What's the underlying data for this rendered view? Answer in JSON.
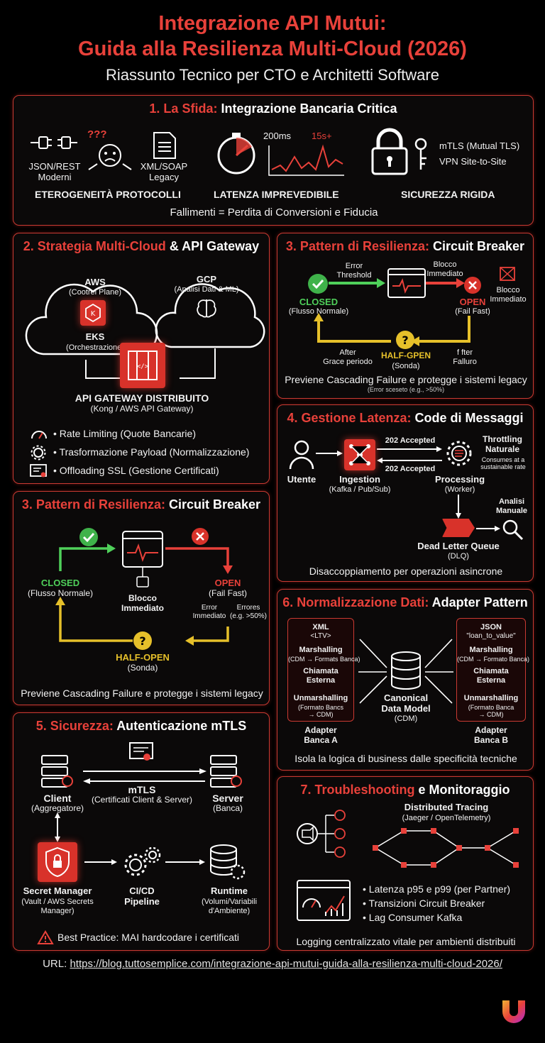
{
  "header": {
    "title_line1": "Integrazione API Mutui:",
    "title_line2": "Guida alla Resilienza Multi-Cloud (2026)",
    "subtitle": "Riassunto Tecnico per CTO e Architetti Software"
  },
  "s1": {
    "title_red": "1. La Sfida:",
    "title_white": "Integrazione Bancaria Critica",
    "json": "JSON/REST",
    "json_sub": "Moderni",
    "xml": "XML/SOAP",
    "xml_sub": "Legacy",
    "qmarks": "???",
    "label1": "ETEROGENEITÀ PROTOCOLLI",
    "ms": "200ms",
    "s15": "15s+",
    "label2": "LATENZA IMPREVEDIBILE",
    "mtls": "mTLS (Mutual TLS)",
    "vpn": "VPN Site-to-Site",
    "label3": "SICUREZZA RIGIDA",
    "footer": "Fallimenti = Perdita di Conversioni e Fiducia"
  },
  "s2": {
    "title_red": "2. Strategia Multi-Cloud",
    "title_white": "& API Gateway",
    "aws": "AWS",
    "aws_sub": "(Cootrel Plane)",
    "eks": "EKS",
    "eks_sub": "(Orchestrazione)",
    "gcp": "GCP",
    "gcp_sub": "(Analisi Dati & ML)",
    "gw": "API GATEWAY DISTRIBUITO",
    "gw_sub": "(Kong / AWS API Gateway)",
    "items": [
      "• Rate Limiting (Quote Bancarie)",
      "• Trasformazione Payload (Normalizzazione)",
      "• Offloading SSL (Gestione Certificati)"
    ]
  },
  "s3a": {
    "title_red": "3. Pattern di Resilienza:",
    "title_white": "Circuit Breaker",
    "err_thr": "Error\nThreshold",
    "blocco_imm": "Blocco\nImmediato",
    "blocco_imm2": "Blocco\nImmediato",
    "closed": "CLOSED",
    "closed_sub": "(Flusso Normale)",
    "open": "OPEN",
    "open_sub": "(Fail Fast)",
    "after": "After\nGrace periodo",
    "half": "HALF-GPEN",
    "half_sub": "(Sonda)",
    "fafter": "f fter\nFalluro",
    "footer": "Previene Cascading Failure e protegge i sistemi legacy",
    "footer_sub": "(Error sceseto (e.g., >50%)"
  },
  "s3b": {
    "title_red": "3. Pattern di Resilienza:",
    "title_white": "Circuit Breaker",
    "closed": "CLOSED",
    "closed_sub": "(Flusso Normale)",
    "blocco": "Blocco\nImmediato",
    "open": "OPEN",
    "open_sub": "(Fail Fast)",
    "err_imm": "Error\nImmediato",
    "errores": "Errores\n(e.g. >50%)",
    "half": "HALF-OPEN",
    "half_sub": "(Sonda)",
    "footer": "Previene Cascading Failure e protegge i sistemi legacy"
  },
  "s4": {
    "title_red": "4. Gestione Latenza:",
    "title_white": "Code di Messaggi",
    "utente": "Utente",
    "accepted1": "202 Accepted",
    "accepted2": "202 Accepted",
    "ingestion": "Ingestion",
    "ingestion_sub": "(Kafka / Pub/Sub)",
    "throttling": "Throttling\nNaturale",
    "throttling_sub": "Consumes at a\nsustainable rate",
    "processing": "Processing",
    "processing_sub": "(Worker)",
    "analisi": "Analisi\nManuale",
    "dlq": "Dead Letter Queue",
    "dlq_sub": "(DLQ)",
    "footer": "Disaccoppiamento per operazioni asincrone"
  },
  "s5": {
    "title_red": "5. Sicurezza:",
    "title_white": "Autenticazione mTLS",
    "client": "Client",
    "client_sub": "(Aggregatore)",
    "mtls": "mTLS",
    "mtls_sub": "(Certificati Client & Server)",
    "server": "Server",
    "server_sub": "(Banca)",
    "sm": "Secret Manager",
    "sm_sub": "(Vault / AWS Secrets\nManager)",
    "cicd": "CI/CD\nPipeline",
    "runtime": "Runtime",
    "runtime_sub": "(Volumi/Variabili\nd'Ambiente)",
    "footer": "Best Practice: MAI hardcodare i certificati"
  },
  "s6": {
    "title_red": "6. Normalizzazione Dati:",
    "title_white": "Adapter Pattern",
    "xml": "XML",
    "xml_tag": "<LTV>",
    "json": "JSON",
    "json_tag": "\"loan_to_value\"",
    "marsh": "Marshalling",
    "marsh_sub_a": "(CDM → Formats Banca)",
    "marsh_sub_b": "(CDM → Formato Banca)",
    "chiamata": "Chiamata\nEsterna",
    "unmarsh": "Unmarshalling",
    "unmarsh_sub_a": "(Formato Bancs\n→ CDM)",
    "unmarsh_sub_b": "(Formato Banca\n→ CDM)",
    "cdm": "Canonical\nData Model",
    "cdm_sub": "(CDM)",
    "adapter_a": "Adapter\nBanca A",
    "adapter_b": "Adapter\nBanca B",
    "footer": "Isola la logica di business dalle specificità tecniche"
  },
  "s7": {
    "title_red": "7. Troubleshooting",
    "title_white": "e Monitoraggio",
    "tracing": "Distributed Tracing",
    "tracing_sub": "(Jaeger / OpenTelemetry)",
    "items": [
      "• Latenza p95 e p99 (per Partner)",
      "• Transizioni Circuit Breaker",
      "• Lag Consumer Kafka"
    ],
    "footer": "Logging centralizzato vitale per ambienti distribuiti"
  },
  "footer": {
    "label": "URL:",
    "url": "https://blog.tuttosemplice.com/integrazione-api-mutui-guida-alla-resilienza-multi-cloud-2026/"
  },
  "colors": {
    "accent": "#e8413a",
    "green": "#4fd05a",
    "yellow": "#e6c02a"
  }
}
